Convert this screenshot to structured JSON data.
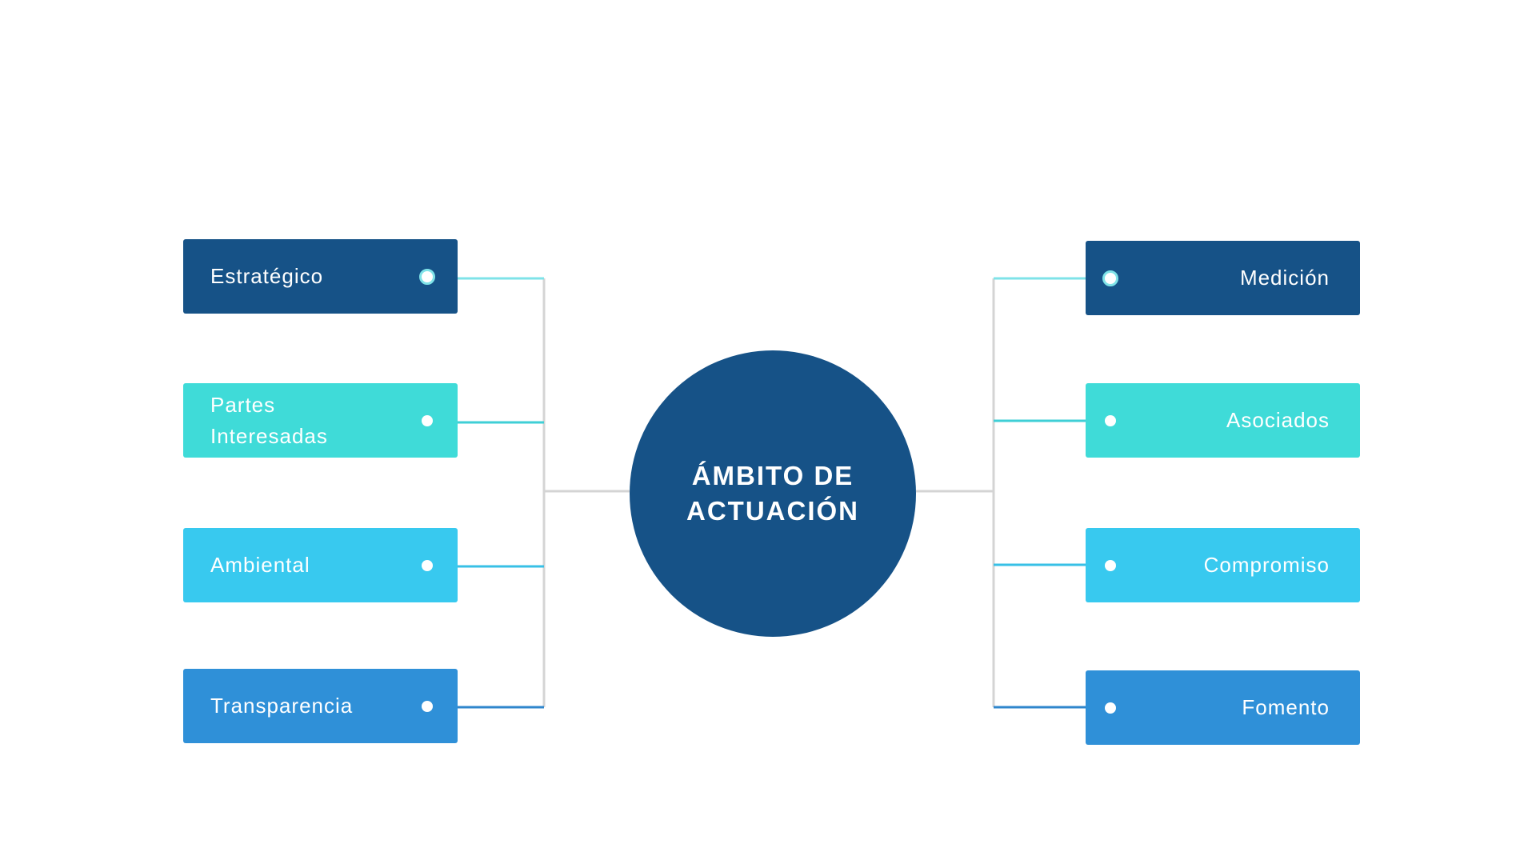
{
  "center": {
    "line1": "ÁMBITO DE",
    "line2": "ACTUACIÓN",
    "color": "#165287"
  },
  "left_items": [
    {
      "label": "Estratégico",
      "color": "#165287",
      "connector": "#7fe3e8"
    },
    {
      "label_line1": "Partes",
      "label_line2": "Interesadas",
      "color": "#3fdbd8",
      "connector": "#3fcfd6"
    },
    {
      "label": "Ambiental",
      "color": "#38c9ef",
      "connector": "#38c0e6"
    },
    {
      "label": "Transparencia",
      "color": "#2f90d8",
      "connector": "#2f86cc"
    }
  ],
  "right_items": [
    {
      "label": "Medición",
      "color": "#165287",
      "connector": "#7fe3e8"
    },
    {
      "label": "Asociados",
      "color": "#3fdbd8",
      "connector": "#3fcfd6"
    },
    {
      "label": "Compromiso",
      "color": "#38c9ef",
      "connector": "#38c0e6"
    },
    {
      "label": "Fomento",
      "color": "#2f90d8",
      "connector": "#2f86cc"
    }
  ],
  "trunk_color": "#d4d4d4"
}
